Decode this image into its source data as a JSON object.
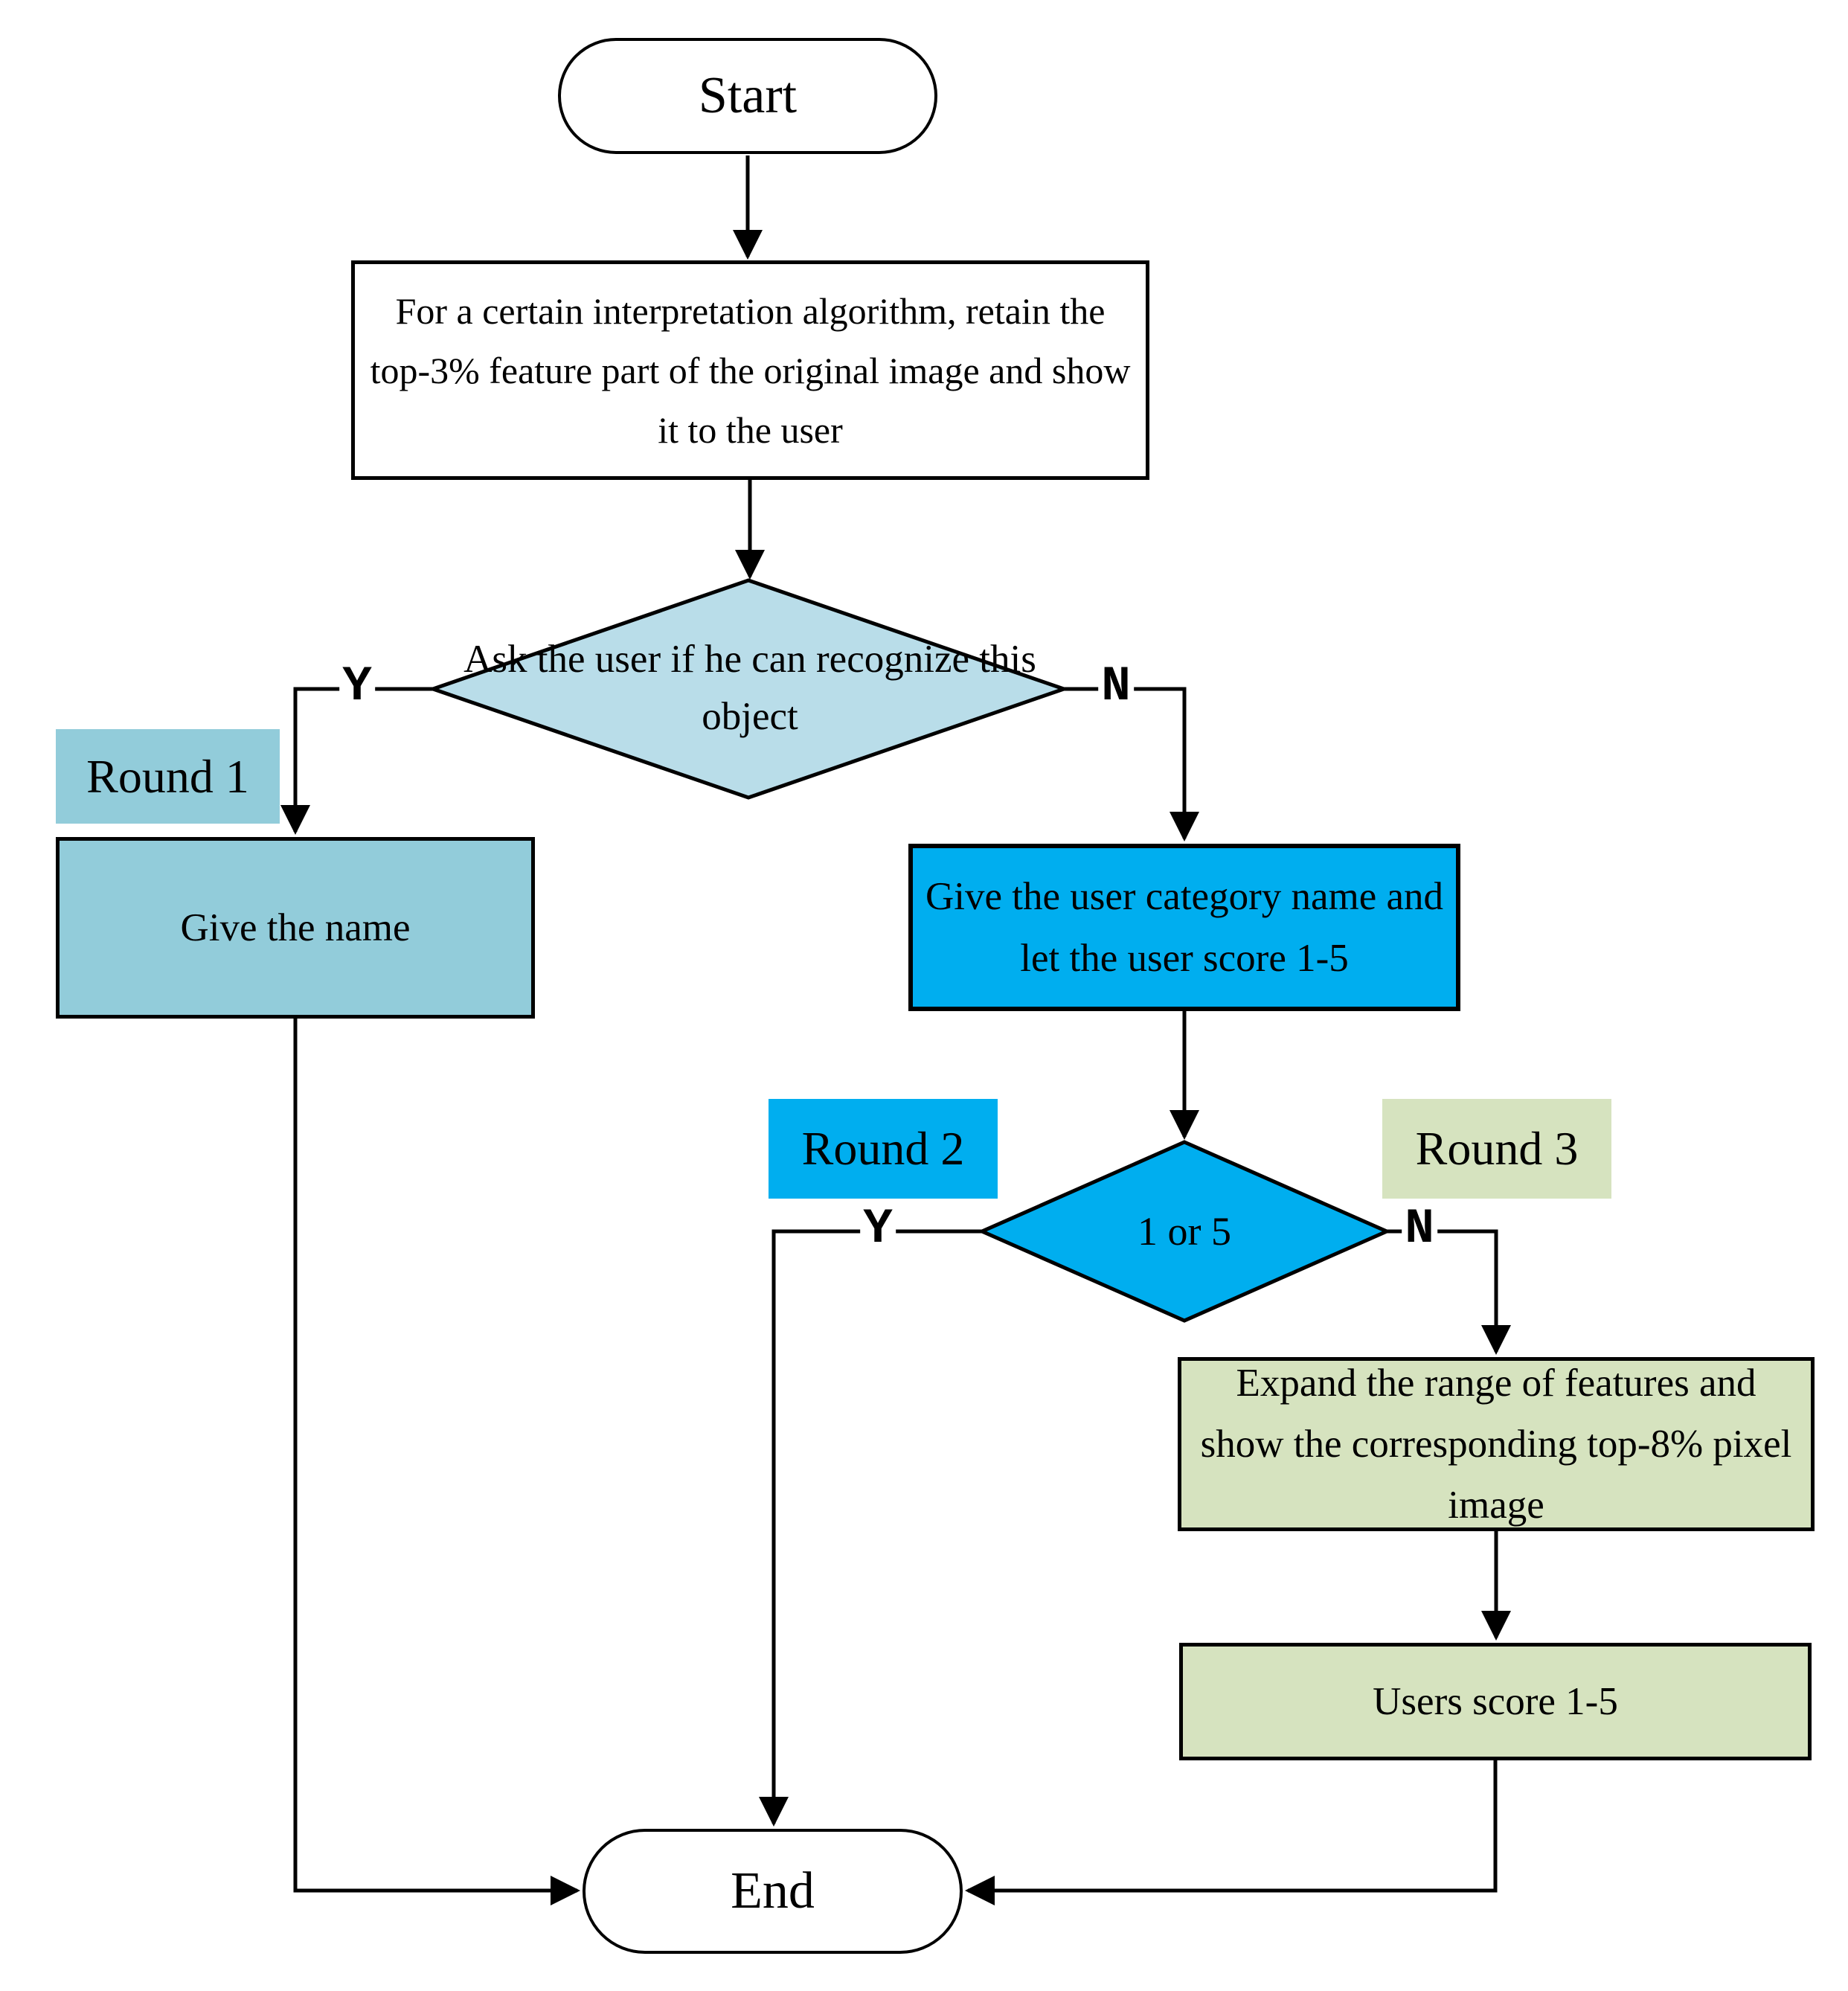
{
  "flowchart": {
    "nodes": {
      "start": "Start",
      "retain_top3": "For a certain interpretation algorithm, retain the top-3% feature part of the original image and show it to the user",
      "ask_recognize": "Ask the user if he can recognize this object",
      "give_name": "Give the name",
      "category_score": "Give the user category name and let the user score 1-5",
      "one_or_five": "1 or 5",
      "expand_top8": "Expand the range of features and show the corresponding top-8% pixel image",
      "users_score": "Users score 1-5",
      "end": "End"
    },
    "branch_labels": {
      "yes": "Y",
      "no": "N"
    },
    "rounds": [
      {
        "label": "Round 1",
        "color": "#92ccda"
      },
      {
        "label": "Round 2",
        "color": "#00aeef"
      },
      {
        "label": "Round 3",
        "color": "#d6e3bf"
      }
    ],
    "colors": {
      "decision1_fill": "#b9dde9",
      "decision2_fill": "#00aeef",
      "round1_fill": "#92ccda",
      "round2_fill": "#00aeef",
      "round3_fill": "#d6e3bf",
      "line": "#000000",
      "node_border": "#000000",
      "background": "#ffffff"
    }
  }
}
